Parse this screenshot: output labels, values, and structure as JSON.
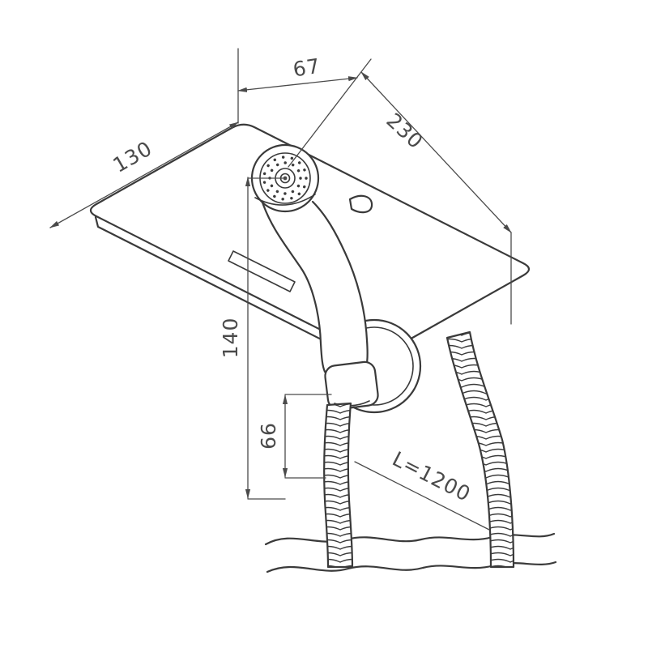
{
  "colors": {
    "line": "#3a3a3a",
    "dimension": "#4a4a4a",
    "background": "#ffffff"
  },
  "dimensions": {
    "spray_head_offset": "67",
    "shelf_width": "230",
    "shelf_depth": "130",
    "overall_height": "140",
    "bracket_height": "66",
    "hose_length": "L=1200"
  }
}
